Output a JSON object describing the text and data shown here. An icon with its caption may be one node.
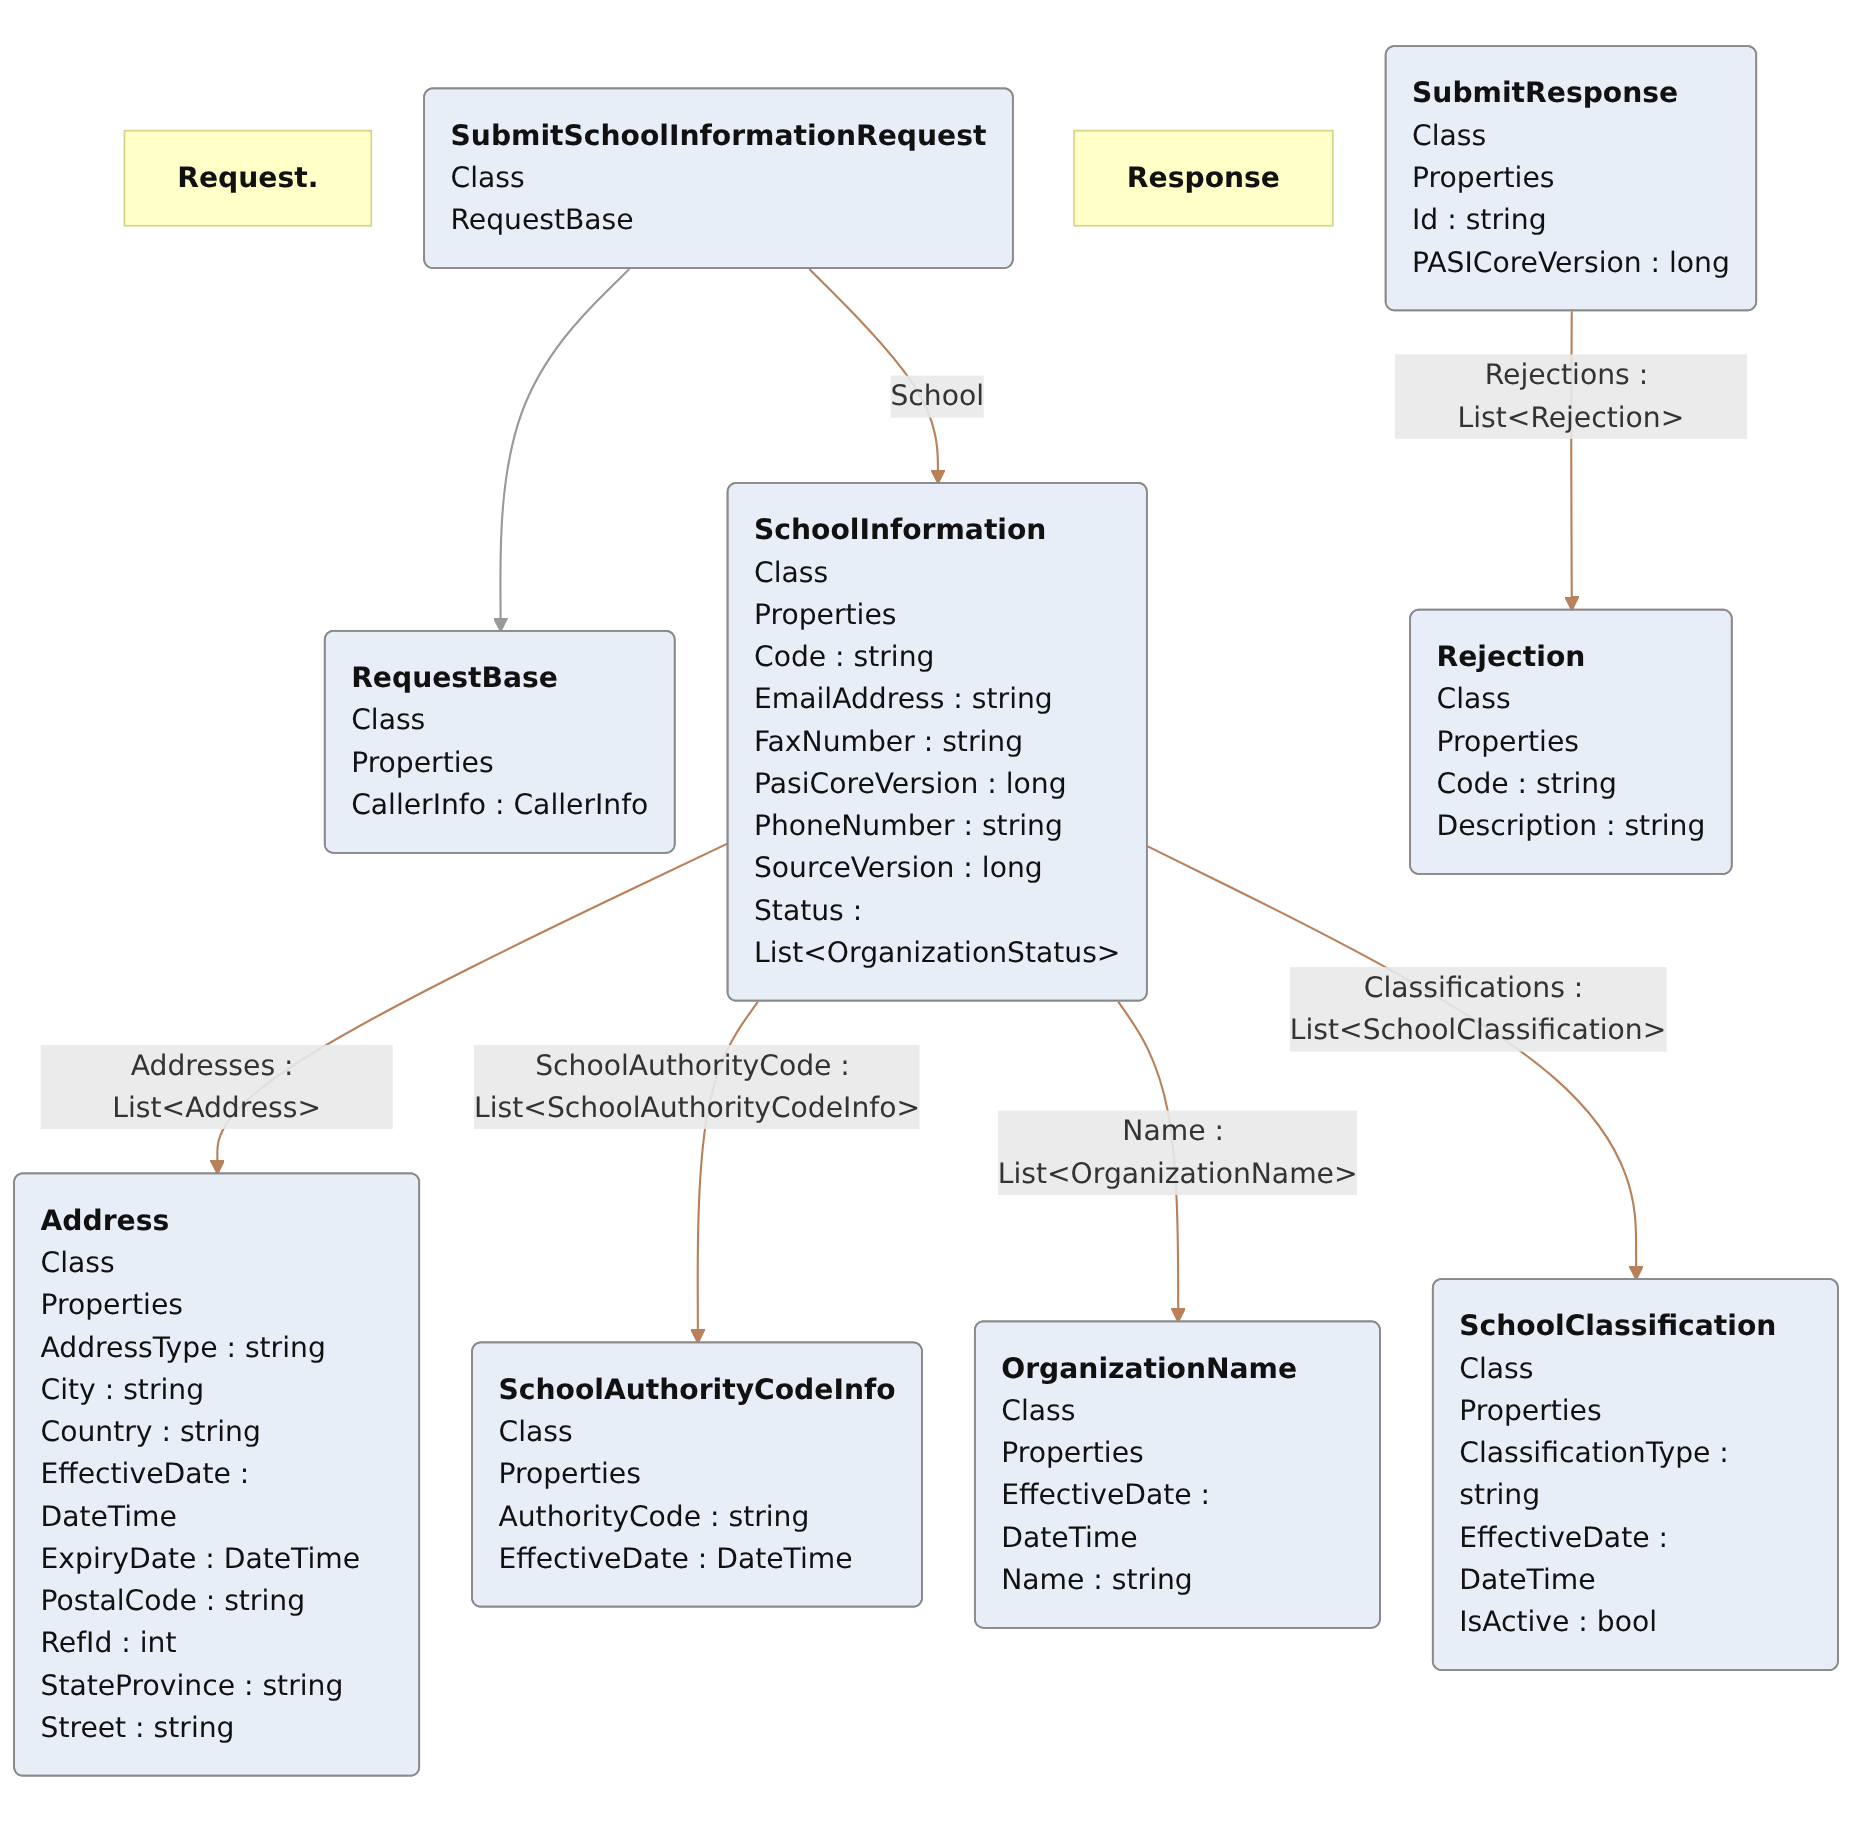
{
  "diagram": {
    "nodes": [
      {
        "text": [
          "Request."
        ]
      },
      {
        "text": [
          "SubmitSchoolInformationRequest",
          "Class",
          "RequestBase"
        ]
      },
      {
        "text": [
          "RequestBase",
          "Class",
          "Properties",
          "CallerInfo : CallerInfo"
        ]
      },
      {
        "text": [
          "SchoolInformation",
          "Class",
          "Properties",
          "Code : string",
          "EmailAddress : string",
          "FaxNumber : string",
          "PasiCoreVersion : long",
          "PhoneNumber : string",
          "SourceVersion : long",
          "Status : List<OrganizationStatus>"
        ]
      },
      {
        "text": [
          "Address",
          "Class",
          "Properties",
          "AddressType : string",
          "City : string",
          "Country : string",
          "EffectiveDate : DateTime",
          "ExpiryDate : DateTime",
          "PostalCode : string",
          "RefId : int",
          "StateProvince : string",
          "Street : string"
        ]
      },
      {
        "text": [
          "SchoolAuthorityCodeInfo",
          "Class",
          "Properties",
          "AuthorityCode : string",
          "EffectiveDate : DateTime"
        ]
      },
      {
        "text": [
          "OrganizationName",
          "Class",
          "Properties",
          "EffectiveDate : DateTime",
          "Name : string"
        ]
      },
      {
        "text": [
          "SchoolClassification",
          "Class",
          "Properties",
          "ClassificationType : string",
          "EffectiveDate : DateTime",
          "IsActive : bool"
        ]
      },
      {
        "text": [
          "Response"
        ]
      },
      {
        "text": [
          "SubmitResponse",
          "Class",
          "Properties",
          "Id : string",
          "PASICoreVersion : long"
        ]
      },
      {
        "text": [
          "Rejection",
          "Class",
          "Properties",
          "Code : string",
          "Description : string"
        ]
      }
    ],
    "edges": [
      {
        "from": 1,
        "to": 2,
        "arrow": "to",
        "color": "#999999"
      },
      {
        "from": 1,
        "to": 3,
        "arrow": "to",
        "label": "School"
      },
      {
        "from": 3,
        "to": 4,
        "arrow": "to",
        "label": "Addresses : List<Address>"
      },
      {
        "from": 3,
        "to": 5,
        "arrow": "to",
        "label": "SchoolAuthorityCode : List<SchoolAuthorityCodeInfo>"
      },
      {
        "from": 3,
        "to": 6,
        "arrow": "to",
        "label": "Name : List<OrganizationName>"
      },
      {
        "from": 3,
        "to": 7,
        "arrow": "to",
        "label": "Classifications : List<SchoolClassification>"
      },
      {
        "from": 9,
        "to": 10,
        "arrow": "to",
        "label": "Rejections : List<Rejection>"
      }
    ]
  }
}
